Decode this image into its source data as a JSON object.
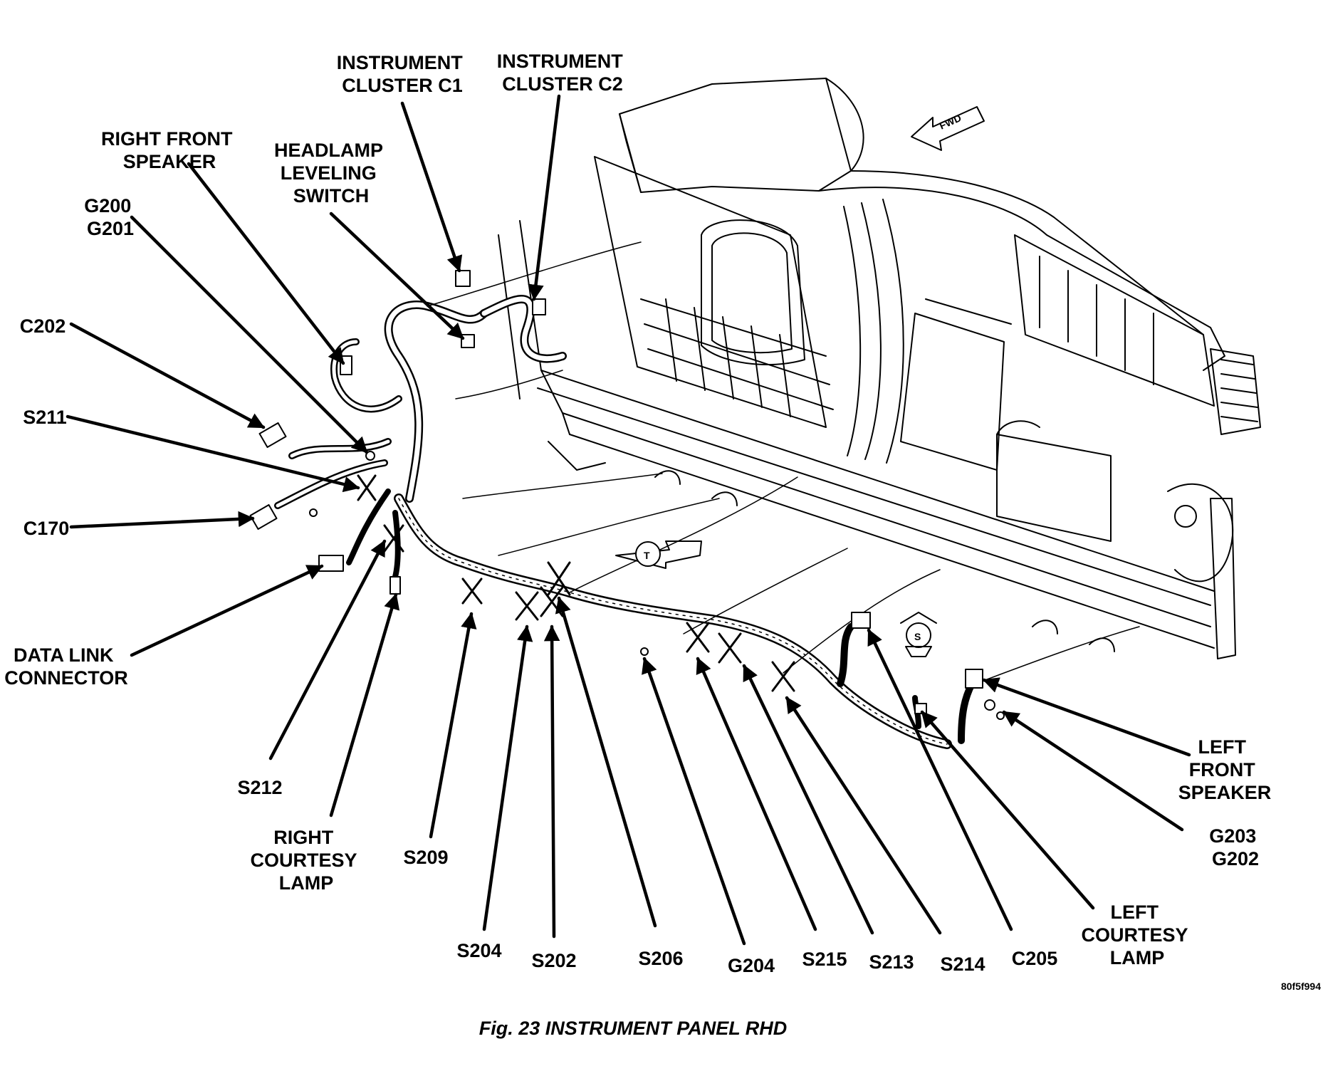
{
  "figure": {
    "caption": "Fig. 23 INSTRUMENT PANEL RHD",
    "reference_code": "80f5f994",
    "direction_marker": "FWD",
    "symbol_t": "T",
    "symbol_s": "S"
  },
  "labels": {
    "instrument_cluster_c1": [
      "INSTRUMENT",
      "CLUSTER C1"
    ],
    "instrument_cluster_c2": [
      "INSTRUMENT",
      "CLUSTER C2"
    ],
    "right_front_speaker": [
      "RIGHT FRONT",
      "SPEAKER"
    ],
    "headlamp_leveling_switch": [
      "HEADLAMP",
      "LEVELING",
      "SWITCH"
    ],
    "g200_g201": [
      "G200",
      "G201"
    ],
    "c202": [
      "C202"
    ],
    "s211": [
      "S211"
    ],
    "c170": [
      "C170"
    ],
    "data_link_connector": [
      "DATA LINK",
      "CONNECTOR"
    ],
    "s212": [
      "S212"
    ],
    "right_courtesy_lamp": [
      "RIGHT",
      "COURTESY",
      "LAMP"
    ],
    "s209": [
      "S209"
    ],
    "s204": [
      "S204"
    ],
    "s202": [
      "S202"
    ],
    "s206": [
      "S206"
    ],
    "g204": [
      "G204"
    ],
    "s215": [
      "S215"
    ],
    "s213": [
      "S213"
    ],
    "s214": [
      "S214"
    ],
    "c205": [
      "C205"
    ],
    "left_courtesy_lamp": [
      "LEFT",
      "COURTESY",
      "LAMP"
    ],
    "left_front_speaker": [
      "LEFT",
      "FRONT",
      "SPEAKER"
    ],
    "g203_g202": [
      "G203",
      "G202"
    ]
  }
}
